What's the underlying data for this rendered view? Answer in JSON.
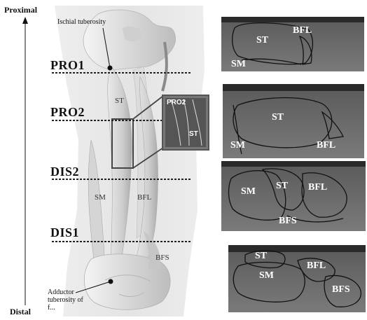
{
  "axis": {
    "top": "Proximal",
    "bottom": "Distal"
  },
  "levels": [
    {
      "id": "pro1",
      "label": "PRO1"
    },
    {
      "id": "pro2",
      "label": "PRO2"
    },
    {
      "id": "dis2",
      "label": "DIS2"
    },
    {
      "id": "dis1",
      "label": "DIS1"
    }
  ],
  "annotations": {
    "ischial": "Ischial tuberosity",
    "adductor_line1": "Adductor",
    "adductor_line2": "tuberosity of",
    "adductor_line3": "f..."
  },
  "muscles_3d": {
    "st": "ST",
    "sm": "SM",
    "bfl": "BFL",
    "bfs": "BFS"
  },
  "inset": {
    "level": "PRO2",
    "muscle": "ST"
  },
  "ultrasound": {
    "pro1": {
      "st": "ST",
      "bfl": "BFL",
      "sm": "SM"
    },
    "pro2": {
      "st": "ST",
      "sm": "SM",
      "bfl": "BFL"
    },
    "dis2": {
      "sm": "SM",
      "st": "ST",
      "bfl": "BFL",
      "bfs": "BFS"
    },
    "dis1": {
      "st": "ST",
      "sm": "SM",
      "bfl": "BFL",
      "bfs": "BFS"
    }
  }
}
